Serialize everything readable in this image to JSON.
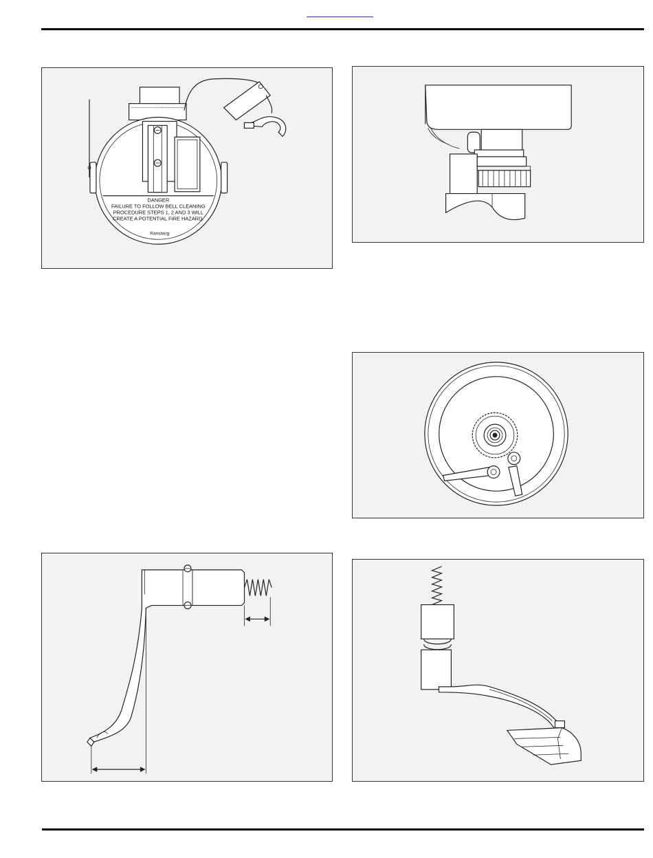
{
  "figures": {
    "bell_cup": {
      "danger_title": "DANGER",
      "danger_line1": "FAILURE TO FOLLOW BELL CLEANING",
      "danger_line2": "PROCEDURE STEPS 1, 2 AND 3 WILL",
      "danger_line3": "CREATE A POTENTIAL FIRE HAZARD.",
      "brand": "Ransburg"
    }
  }
}
